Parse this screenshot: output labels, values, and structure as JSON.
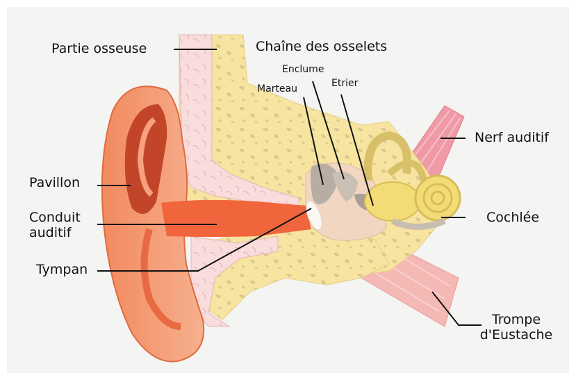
{
  "labels": {
    "partie_osseuse": "Partie osseuse",
    "chaine_osselets": "Chaîne des osselets",
    "enclume": "Enclume",
    "marteau": "Marteau",
    "etrier": "Etrier",
    "nerf_auditif": "Nerf auditif",
    "pavillon": "Pavillon",
    "conduit_line1": "Conduit",
    "conduit_line2": "auditif",
    "cochlee": "Cochlée",
    "tympan": "Tympan",
    "trompe_line1": "Trompe",
    "trompe_line2": "d'Eustache"
  },
  "colors": {
    "background": "#f4f4f3",
    "pinna_outer": "#f07a4f",
    "pinna_inner": "#f5a07f",
    "pinna_dark": "#c2452a",
    "canal": "#f0653c",
    "bone": "#f7e4a0",
    "bone_spots": "#d9c98e",
    "skin_pink": "#f6d3d3",
    "nerve": "#ef9aa6",
    "cochlea": "#f3dc76",
    "ossicle": "#c9bfb4",
    "leader_line": "#111111"
  }
}
